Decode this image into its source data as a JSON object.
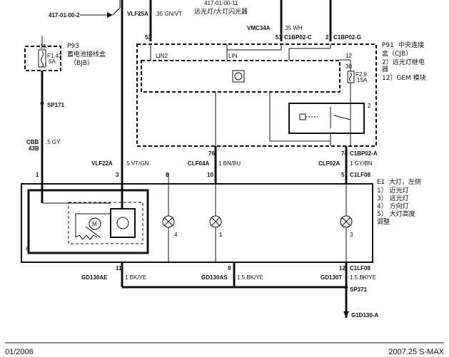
{
  "top": {
    "ref_left": "417-01-00-2",
    "ref_top": "417-01-00-11",
    "title_cn": "远光灯/大灯闪光器",
    "w_vlf25a": "VLF25A",
    "w_vlf25a_spec": ".35 GN/VT",
    "w_vmc34a": "VMC34A",
    "w_vmc34a_spec": ".35 WH",
    "pin_52": "52",
    "pin_51": "51",
    "pin_2": "2",
    "conn_c1bp02c": "C1BP02-C",
    "conn_c1bp02g": "C1BP02-G"
  },
  "bjb": {
    "id": "P93",
    "name_cn": "蓄电池接线盒",
    "name_abbr": "（BJB）",
    "fuse_pin": "15",
    "fuse_id": "F1.43",
    "fuse_rating": "5A",
    "splice": "SP171",
    "wire_id": "CBB",
    "wire_num": "43B",
    "wire_spec": ".5 GY"
  },
  "cjb": {
    "id": "P91",
    "line1": "中央连接",
    "line2": "盒（CJB）",
    "line3": "2）远光灯继电",
    "line4": "器",
    "line5": "12）GEM 模块",
    "lin2": "LIN2",
    "lin": "LIN",
    "pin_12": "12",
    "pin_30": "30",
    "fuse_id": "F2.9",
    "fuse_rating": "15A",
    "relay_pin": "2"
  },
  "mid": {
    "w_vlf22a": "VLF22A",
    "w_vlf22a_spec": ".5 VT/GN",
    "w_clf04a": "CLF04A",
    "w_clf04a_spec": "1 BN/BU",
    "w_clf02a": "CLF02A",
    "w_clf02a_spec": "1 GY/BN",
    "pin_76": "76",
    "pin_74": "74",
    "conn_c1bp02a": "C1BP02-A",
    "pin_1": "1",
    "pin_3": "3",
    "pin_8": "8",
    "pin_10": "10",
    "pin_5": "5",
    "conn_c1lf08": "C1LF08"
  },
  "lamp": {
    "id": "E1",
    "line1": "大灯，左侧",
    "line2": "1）  近光灯",
    "line3": "3）  远光灯",
    "line4": "4）  方向灯",
    "line5": "5）  大灯高度",
    "line6": "调整",
    "sub_6": "6",
    "sub_4": "4",
    "sub_1": "1",
    "sub_3": "3",
    "motor": "M"
  },
  "bottom": {
    "pin_11": "11",
    "pin_9": "9",
    "pin_12": "12",
    "conn_c1lf08": "C1LF08",
    "g_ae": "GD130AE",
    "g_ae_spec": "1 BK/YE",
    "g_as": "GD130AS",
    "g_as_spec": "1.5 BK/YE",
    "g_t": "GD130T",
    "g_t_spec": "1.5 BK/YE",
    "splice": "SP371",
    "ground": "G1D130-A"
  },
  "footer": {
    "date": "01/2006",
    "model": "2007.25 S-MAX"
  }
}
